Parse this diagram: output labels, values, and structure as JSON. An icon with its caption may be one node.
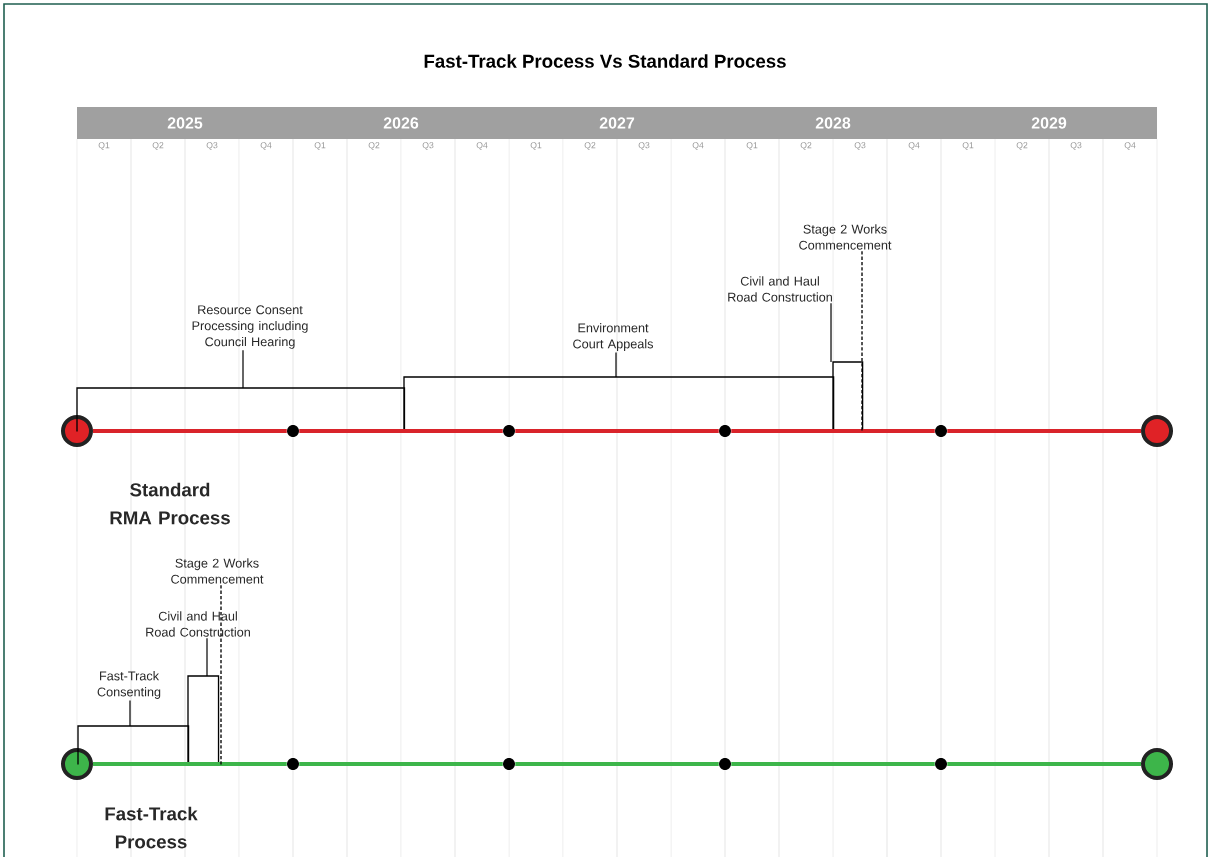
{
  "diagram": {
    "title": "Fast-Track Process Vs Standard Process",
    "nodes": [
      {
        "text": [],
        "shape": "circle",
        "beside": [
          "Standard RMA Process"
        ]
      },
      {
        "text": [],
        "shape": "circle"
      },
      {
        "text": [],
        "shape": "circle"
      },
      {
        "text": [],
        "shape": "circle"
      },
      {
        "text": [],
        "shape": "circle"
      },
      {
        "text": [],
        "shape": "circle"
      },
      {
        "text": [
          "Resource Consent Processing including Council Hearing"
        ]
      },
      {
        "text": [],
        "shape": "box"
      },
      {
        "text": [
          "Environment Court Appeals"
        ]
      },
      {
        "text": [],
        "shape": "box"
      },
      {
        "text": [
          "Civil and Haul Road Construction"
        ]
      },
      {
        "text": [],
        "shape": "box"
      },
      {
        "text": [
          "Stage 2 Works Commencement"
        ]
      },
      {
        "text": [],
        "shape": "circle",
        "beside": [
          "Fast-Track Process"
        ]
      },
      {
        "text": [],
        "shape": "circle"
      },
      {
        "text": [],
        "shape": "circle"
      },
      {
        "text": [],
        "shape": "circle"
      },
      {
        "text": [],
        "shape": "circle"
      },
      {
        "text": [],
        "shape": "circle"
      },
      {
        "text": [
          "Fast-Track Consenting"
        ]
      },
      {
        "text": [],
        "shape": "box"
      },
      {
        "text": [
          "Civil and Haul Road Construction"
        ]
      },
      {
        "text": [],
        "shape": "box"
      },
      {
        "text": [
          "Stage 2 Works Commencement"
        ]
      }
    ],
    "edges": [
      {
        "from": 0,
        "to": 1,
        "arrow": "none",
        "color": "#d9232a"
      },
      {
        "from": 1,
        "to": 2,
        "arrow": "none",
        "color": "#d9232a"
      },
      {
        "from": 2,
        "to": 3,
        "arrow": "none",
        "color": "#d9232a"
      },
      {
        "from": 3,
        "to": 4,
        "arrow": "none",
        "color": "#d9232a"
      },
      {
        "from": 4,
        "to": 5,
        "arrow": "none",
        "color": "#d9232a"
      },
      {
        "from": 6,
        "to": 7,
        "arrow": "none"
      },
      {
        "from": 8,
        "to": 9,
        "arrow": "none"
      },
      {
        "from": 10,
        "to": 11,
        "arrow": "none"
      },
      {
        "from": 12,
        "to": 11,
        "arrow": "none",
        "style": "dashed"
      },
      {
        "from": 13,
        "to": 14,
        "arrow": "none",
        "color": "#3db54a"
      },
      {
        "from": 14,
        "to": 15,
        "arrow": "none",
        "color": "#3db54a"
      },
      {
        "from": 15,
        "to": 16,
        "arrow": "none",
        "color": "#3db54a"
      },
      {
        "from": 16,
        "to": 17,
        "arrow": "none",
        "color": "#3db54a"
      },
      {
        "from": 17,
        "to": 18,
        "arrow": "none",
        "color": "#3db54a"
      },
      {
        "from": 19,
        "to": 20,
        "arrow": "none"
      },
      {
        "from": 21,
        "to": 22,
        "arrow": "none"
      },
      {
        "from": 23,
        "to": 22,
        "arrow": "none",
        "style": "dashed"
      }
    ],
    "labels": [
      "2025",
      "2026",
      "2027",
      "2028",
      "2029",
      "Q1",
      "Q2",
      "Q3",
      "Q4",
      "Q1",
      "Q2",
      "Q3",
      "Q4",
      "Q1",
      "Q2",
      "Q3",
      "Q4",
      "Q1",
      "Q2",
      "Q3",
      "Q4",
      "Q1",
      "Q2",
      "Q3",
      "Q4"
    ]
  }
}
